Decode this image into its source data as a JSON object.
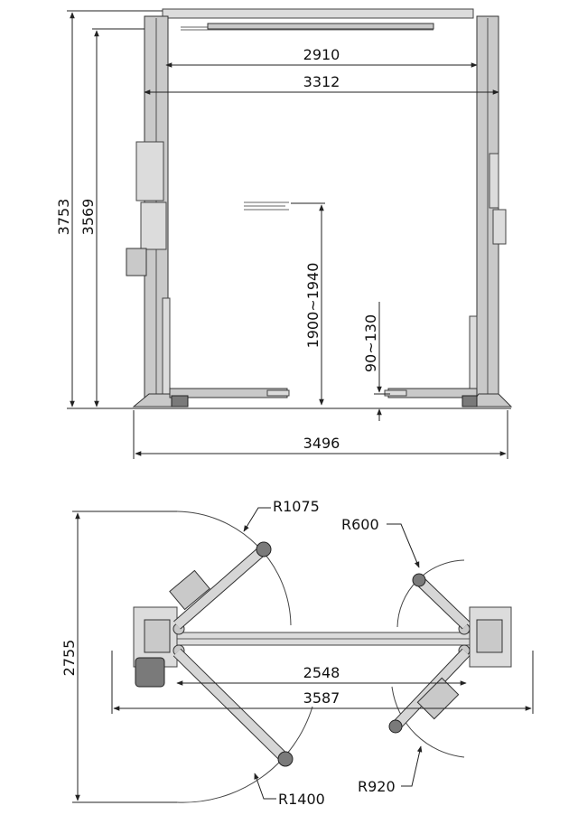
{
  "front_view": {
    "dims": {
      "overall_height": "3753",
      "column_height": "3569",
      "inner_width": "2910",
      "outer_width": "3312",
      "base_width": "3496",
      "max_lift_height": "1900~1940",
      "min_pad_height": "90~130"
    }
  },
  "top_view": {
    "dims": {
      "depth": "2755",
      "inner_span": "2548",
      "outer_span": "3587",
      "radius_front_left": "R1075",
      "radius_rear_left": "R1400",
      "radius_front_right": "R600",
      "radius_rear_right": "R920"
    }
  },
  "colors": {
    "steel": "#c9c9c9",
    "motor": "#7a7a7a",
    "line": "#222222"
  }
}
